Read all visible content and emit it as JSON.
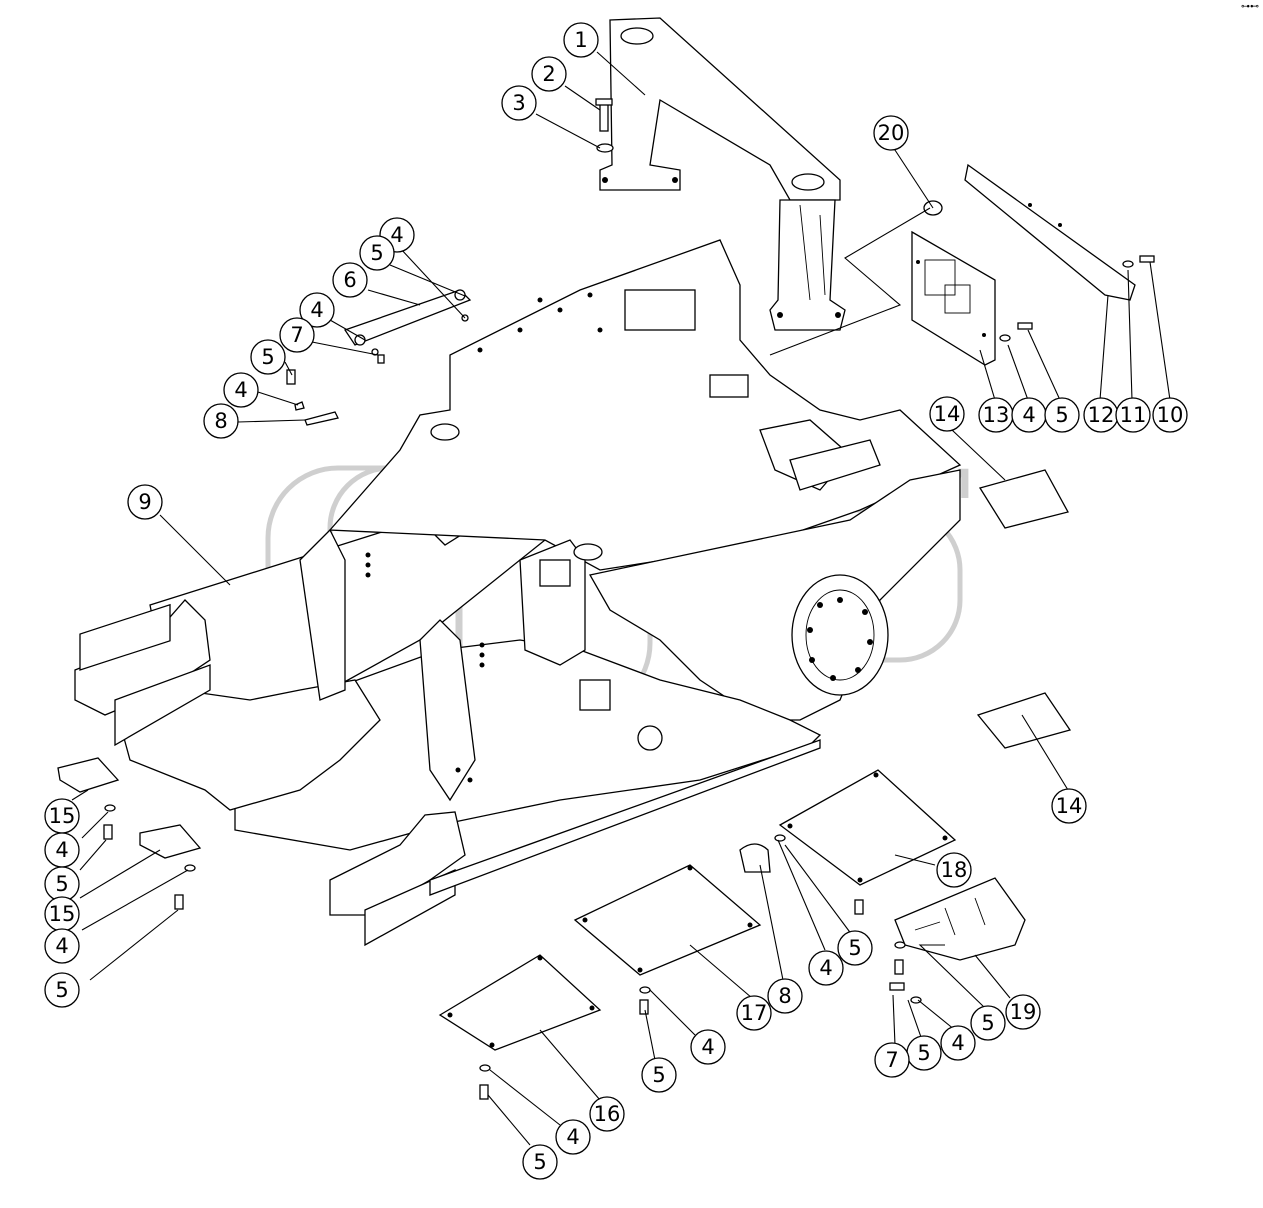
{
  "diagram": {
    "type": "exploded-parts-diagram",
    "subject": "machine main frame with mast, covers and fasteners",
    "watermark": {
      "mark": "TM"
    },
    "corner_mark": "⊶⊷",
    "callouts": [
      {
        "id": "c1",
        "label": "1"
      },
      {
        "id": "c2",
        "label": "2"
      },
      {
        "id": "c3",
        "label": "3"
      },
      {
        "id": "c4a",
        "label": "4"
      },
      {
        "id": "c5a",
        "label": "5"
      },
      {
        "id": "c6",
        "label": "6"
      },
      {
        "id": "c4b",
        "label": "4"
      },
      {
        "id": "c7a",
        "label": "7"
      },
      {
        "id": "c5b",
        "label": "5"
      },
      {
        "id": "c4c",
        "label": "4"
      },
      {
        "id": "c8a",
        "label": "8"
      },
      {
        "id": "c9",
        "label": "9"
      },
      {
        "id": "c20",
        "label": "20"
      },
      {
        "id": "c14a",
        "label": "14"
      },
      {
        "id": "c13",
        "label": "13"
      },
      {
        "id": "c4d",
        "label": "4"
      },
      {
        "id": "c5c",
        "label": "5"
      },
      {
        "id": "c12",
        "label": "12"
      },
      {
        "id": "c11",
        "label": "11"
      },
      {
        "id": "c10",
        "label": "10"
      },
      {
        "id": "c14b",
        "label": "14"
      },
      {
        "id": "c15a",
        "label": "15"
      },
      {
        "id": "c4e",
        "label": "4"
      },
      {
        "id": "c5d",
        "label": "5"
      },
      {
        "id": "c15b",
        "label": "15"
      },
      {
        "id": "c4f",
        "label": "4"
      },
      {
        "id": "c5e",
        "label": "5"
      },
      {
        "id": "c18",
        "label": "18"
      },
      {
        "id": "c5f",
        "label": "5"
      },
      {
        "id": "c4g",
        "label": "4"
      },
      {
        "id": "c8b",
        "label": "8"
      },
      {
        "id": "c17",
        "label": "17"
      },
      {
        "id": "c19",
        "label": "19"
      },
      {
        "id": "c5g",
        "label": "5"
      },
      {
        "id": "c4h",
        "label": "4"
      },
      {
        "id": "c5h",
        "label": "5"
      },
      {
        "id": "c7b",
        "label": "7"
      },
      {
        "id": "c4i",
        "label": "4"
      },
      {
        "id": "c5i",
        "label": "5"
      },
      {
        "id": "c16",
        "label": "16"
      },
      {
        "id": "c4j",
        "label": "4"
      },
      {
        "id": "c5j",
        "label": "5"
      }
    ]
  }
}
